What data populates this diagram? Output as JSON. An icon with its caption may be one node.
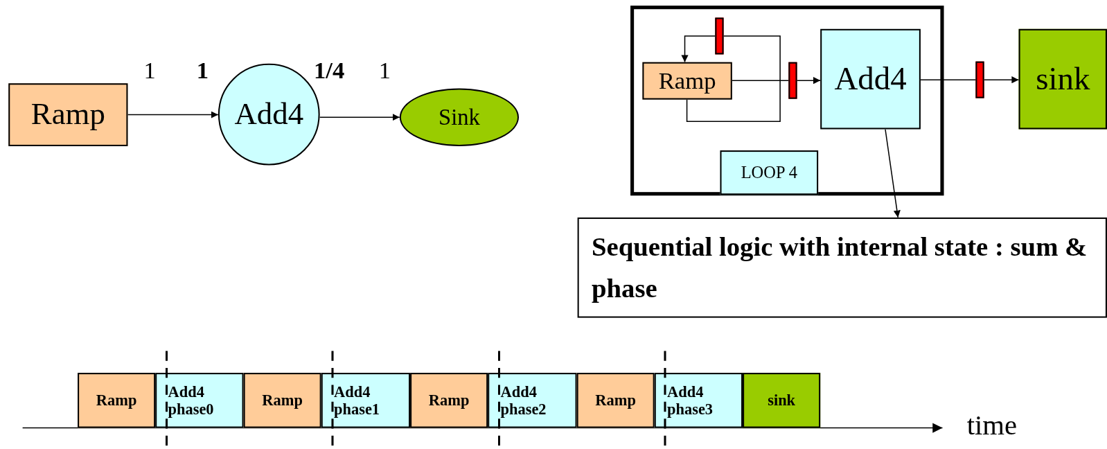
{
  "diagram": {
    "nodes": [
      {
        "text": [
          "Ramp"
        ]
      },
      {
        "text": [
          "Add4"
        ]
      },
      {
        "text": [
          "Sink"
        ]
      },
      {
        "text": [],
        "shape": "box"
      },
      {
        "text": [],
        "shape": "bar",
        "in": 3
      },
      {
        "text": [
          "Ramp"
        ],
        "in": 3
      },
      {
        "text": [],
        "shape": "bar",
        "in": 3
      },
      {
        "text": [
          "Add4"
        ],
        "in": 3
      },
      {
        "text": [
          "LOOP 4"
        ],
        "in": 3
      },
      {
        "text": [],
        "shape": "bar"
      },
      {
        "text": [
          "sink"
        ]
      },
      {
        "text": [
          "Sequential logic with internal state : sum & phase"
        ]
      },
      {
        "text": [
          "Ramp"
        ]
      },
      {
        "text": [
          "Add4 phase0"
        ]
      },
      {
        "text": [
          "Ramp"
        ]
      },
      {
        "text": [
          "Add4 phase1"
        ]
      },
      {
        "text": [
          "Ramp"
        ]
      },
      {
        "text": [
          "Add4 phase2"
        ]
      },
      {
        "text": [
          "Ramp"
        ]
      },
      {
        "text": [
          "Add4 phase3"
        ]
      },
      {
        "text": [
          "sink"
        ]
      }
    ],
    "edges": [
      {
        "from": 0,
        "to": 1,
        "arrow": "to"
      },
      {
        "from": 1,
        "to": 2,
        "arrow": "to"
      },
      {
        "from": 5,
        "to": 4,
        "arrow": "none"
      },
      {
        "from": 4,
        "to": 5,
        "arrow": "to"
      },
      {
        "from": 5,
        "to": 6,
        "arrow": "none"
      },
      {
        "from": 6,
        "to": 7,
        "arrow": "to"
      },
      {
        "from": 7,
        "to": 9,
        "arrow": "none"
      },
      {
        "from": 9,
        "to": 10,
        "arrow": "to"
      },
      {
        "from": 7,
        "to": 11,
        "arrow": "to"
      }
    ],
    "labels": [
      "1",
      "1",
      "1/4",
      "1",
      "time"
    ]
  }
}
